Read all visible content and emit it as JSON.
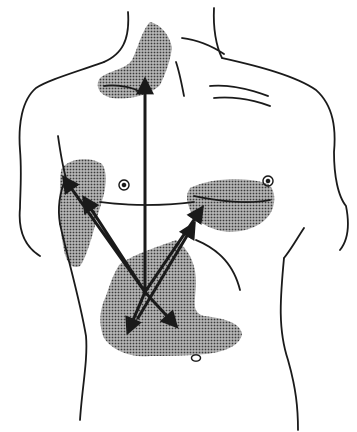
{
  "figure": {
    "colors": {
      "ink": "#1a1a1a",
      "shade": "#8c8c8c",
      "shade_dark": "#6f6f6f",
      "background": "#ffffff"
    },
    "arrow_directions": [
      "up-to-neck",
      "up-left-to-right-chest",
      "up-right-to-left-chest",
      "down-left",
      "down-right"
    ]
  }
}
